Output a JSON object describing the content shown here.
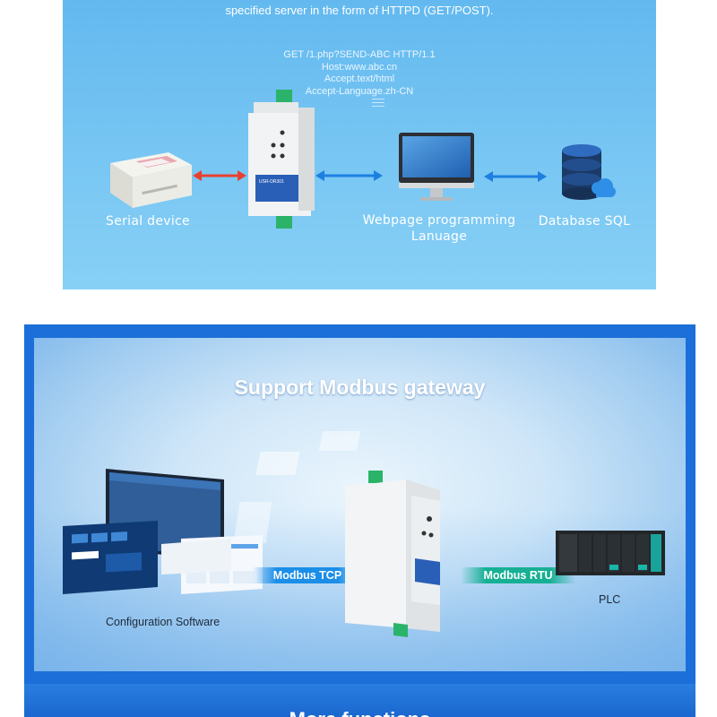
{
  "httpd_section": {
    "caption": "specified server in the form of HTTPD (GET/POST).",
    "request_lines": [
      "GET /1.php?SEND-ABC HTTP/1.1",
      "Host:www.abc.cn",
      "Accept.text/html",
      "Accept-Language.zh-CN"
    ],
    "labels": {
      "serial_device": "Serial device",
      "webpage_line1": "Webpage programming",
      "webpage_line2": "Lanuage",
      "database": "Database SQL"
    },
    "colors": {
      "panel": "#6fc1f2",
      "arrow_red": "#e8402f",
      "arrow_blue": "#1d7fe0"
    },
    "icons": [
      "printer-icon",
      "gateway-device-icon",
      "monitor-icon",
      "database-icon"
    ]
  },
  "modbus_section": {
    "title": "Support Modbus gateway",
    "modbus_tcp": "Modbus TCP",
    "modbus_rtu": "Modbus RTU",
    "config_software": "Configuration Software",
    "plc": "PLC",
    "colors": {
      "frame": "#1c6fd8",
      "tcp": "#1b8ee8",
      "rtu": "#17b094"
    },
    "icons": [
      "software-screens-icon",
      "gateway-device-icon",
      "plc-icon"
    ]
  },
  "next_section": {
    "title_partial": "More functions"
  }
}
